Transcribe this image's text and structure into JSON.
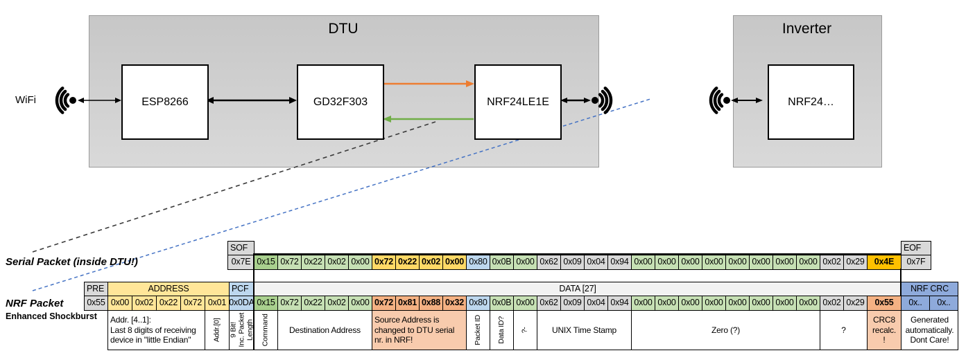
{
  "diagram": {
    "wifi_label": "WiFi",
    "dtu": {
      "title": "DTU",
      "components": [
        "ESP8266",
        "GD32F303",
        "NRF24LE1E"
      ]
    },
    "inverter": {
      "title": "Inverter",
      "component": "NRF24…"
    }
  },
  "serial_packet": {
    "label": "Serial Packet (inside DTU!)",
    "headers": [
      {
        "t": "SOF",
        "s": [
          0,
          0
        ],
        "c": "gy"
      },
      {
        "t": "EOF",
        "s": [
          28,
          28
        ],
        "c": "gy"
      }
    ],
    "bytes": [
      {
        "t": "0x7E",
        "c": "gy"
      },
      {
        "t": "0x15",
        "c": "g2"
      },
      {
        "t": "0x72",
        "c": "g1"
      },
      {
        "t": "0x22",
        "c": "g1"
      },
      {
        "t": "0x02",
        "c": "g1"
      },
      {
        "t": "0x00",
        "c": "g1"
      },
      {
        "t": "0x72",
        "c": "y2",
        "b": 1
      },
      {
        "t": "0x22",
        "c": "y2",
        "b": 1
      },
      {
        "t": "0x02",
        "c": "y2",
        "b": 1
      },
      {
        "t": "0x00",
        "c": "y2",
        "b": 1
      },
      {
        "t": "0x80",
        "c": "bl"
      },
      {
        "t": "0x0B",
        "c": "g1"
      },
      {
        "t": "0x00",
        "c": "g1"
      },
      {
        "t": "0x62",
        "c": "gy"
      },
      {
        "t": "0x09",
        "c": "gy"
      },
      {
        "t": "0x04",
        "c": "gy"
      },
      {
        "t": "0x94",
        "c": "gy"
      },
      {
        "t": "0x00",
        "c": "g1"
      },
      {
        "t": "0x00",
        "c": "g1"
      },
      {
        "t": "0x00",
        "c": "g1"
      },
      {
        "t": "0x00",
        "c": "g1"
      },
      {
        "t": "0x00",
        "c": "g1"
      },
      {
        "t": "0x00",
        "c": "g1"
      },
      {
        "t": "0x00",
        "c": "g1"
      },
      {
        "t": "0x00",
        "c": "g1"
      },
      {
        "t": "0x02",
        "c": "gy"
      },
      {
        "t": "0x29",
        "c": "gy"
      },
      {
        "t": "0x4E",
        "c": "gold",
        "b": 1
      },
      {
        "t": "0x7F",
        "c": "gy"
      }
    ]
  },
  "nrf_packet": {
    "label": "NRF Packet",
    "sublabel": "Enhanced Shockburst",
    "headers": [
      {
        "t": "PRE",
        "s": [
          0,
          0
        ],
        "c": "gy"
      },
      {
        "t": "ADDRESS",
        "s": [
          1,
          5
        ],
        "c": "y1",
        "align": "c"
      },
      {
        "t": "PCF",
        "s": [
          6,
          6
        ],
        "c": "bl"
      },
      {
        "t": "DATA [27]",
        "s": [
          7,
          33
        ],
        "c": "hdr",
        "align": "c"
      },
      {
        "t": "NRF CRC",
        "s": [
          34,
          35
        ],
        "c": "bl2",
        "align": "c"
      }
    ],
    "bytes": [
      {
        "t": "0x55",
        "c": "gy"
      },
      {
        "t": "0x00",
        "c": "y1"
      },
      {
        "t": "0x02",
        "c": "y1"
      },
      {
        "t": "0x22",
        "c": "y1"
      },
      {
        "t": "0x72",
        "c": "y1"
      },
      {
        "t": "0x01",
        "c": "y1"
      },
      {
        "t": "0x0DA",
        "c": "bl"
      },
      {
        "t": "0x15",
        "c": "g2"
      },
      {
        "t": "0x72",
        "c": "g1"
      },
      {
        "t": "0x22",
        "c": "g1"
      },
      {
        "t": "0x02",
        "c": "g1"
      },
      {
        "t": "0x00",
        "c": "g1"
      },
      {
        "t": "0x72",
        "c": "sa",
        "b": 1
      },
      {
        "t": "0x81",
        "c": "sa",
        "b": 1
      },
      {
        "t": "0x88",
        "c": "sa",
        "b": 1
      },
      {
        "t": "0x32",
        "c": "sa",
        "b": 1
      },
      {
        "t": "0x80",
        "c": "bl"
      },
      {
        "t": "0x0B",
        "c": "g1"
      },
      {
        "t": "0x00",
        "c": "g1"
      },
      {
        "t": "0x62",
        "c": "gy"
      },
      {
        "t": "0x09",
        "c": "gy"
      },
      {
        "t": "0x04",
        "c": "gy"
      },
      {
        "t": "0x94",
        "c": "gy"
      },
      {
        "t": "0x00",
        "c": "g1"
      },
      {
        "t": "0x00",
        "c": "g1"
      },
      {
        "t": "0x00",
        "c": "g1"
      },
      {
        "t": "0x00",
        "c": "g1"
      },
      {
        "t": "0x00",
        "c": "g1"
      },
      {
        "t": "0x00",
        "c": "g1"
      },
      {
        "t": "0x00",
        "c": "g1"
      },
      {
        "t": "0x00",
        "c": "g1"
      },
      {
        "t": "0x02",
        "c": "gy"
      },
      {
        "t": "0x29",
        "c": "gy"
      },
      {
        "t": "0x55",
        "c": "sa",
        "b": 1
      },
      {
        "t": "0x..",
        "c": "bl2"
      },
      {
        "t": "0x..",
        "c": "bl2"
      }
    ],
    "annotations": [
      {
        "t": "Addr. [4..1]:\nLast 8 digits of receiving\ndevice in \"little Endian\"",
        "s": [
          1,
          4
        ],
        "align": "l"
      },
      {
        "t": "Addr.[0]",
        "s": [
          5,
          5
        ],
        "v": 1
      },
      {
        "t": "9 Bit!\nInc. Packet\nLength",
        "s": [
          6,
          6
        ],
        "v": 1
      },
      {
        "t": "Command",
        "s": [
          7,
          7
        ],
        "v": 1
      },
      {
        "t": "Destination Address",
        "s": [
          8,
          11
        ]
      },
      {
        "t": "Source Address is\nchanged to DTU serial\nnr. in NRF!",
        "s": [
          12,
          15
        ],
        "c": "sal",
        "align": "l"
      },
      {
        "t": "Packet ID",
        "s": [
          16,
          16
        ],
        "v": 1
      },
      {
        "t": "Data ID?",
        "s": [
          17,
          17
        ],
        "v": 1
      },
      {
        "t": "?-",
        "s": [
          18,
          18
        ],
        "v": 1
      },
      {
        "t": "UNIX Time Stamp",
        "s": [
          19,
          22
        ]
      },
      {
        "t": "Zero (?)",
        "s": [
          23,
          30
        ]
      },
      {
        "t": "?",
        "s": [
          31,
          32
        ]
      },
      {
        "t": "CRC8\nrecalc.\n!",
        "s": [
          33,
          33
        ],
        "c": "sal"
      },
      {
        "t": "Generated\nautomatically.\nDont Care!",
        "s": [
          34,
          35
        ]
      }
    ]
  },
  "palette": {
    "gray": "#D9D9D9",
    "green_light": "#C6E0B4",
    "green_dark": "#A9D08E",
    "yellow_light": "#FFE699",
    "yellow_bold": "#FFD966",
    "gold": "#FFC000",
    "blue_light": "#BDD7EE",
    "blue_crc": "#8EAADB",
    "salmon": "#F4B183",
    "salmon_light": "#F8CBAD",
    "data_header": "#F2F2F2",
    "orange_arrow": "#ED7D31",
    "green_arrow": "#70AD47",
    "blue_dashed": "#4472C4"
  }
}
